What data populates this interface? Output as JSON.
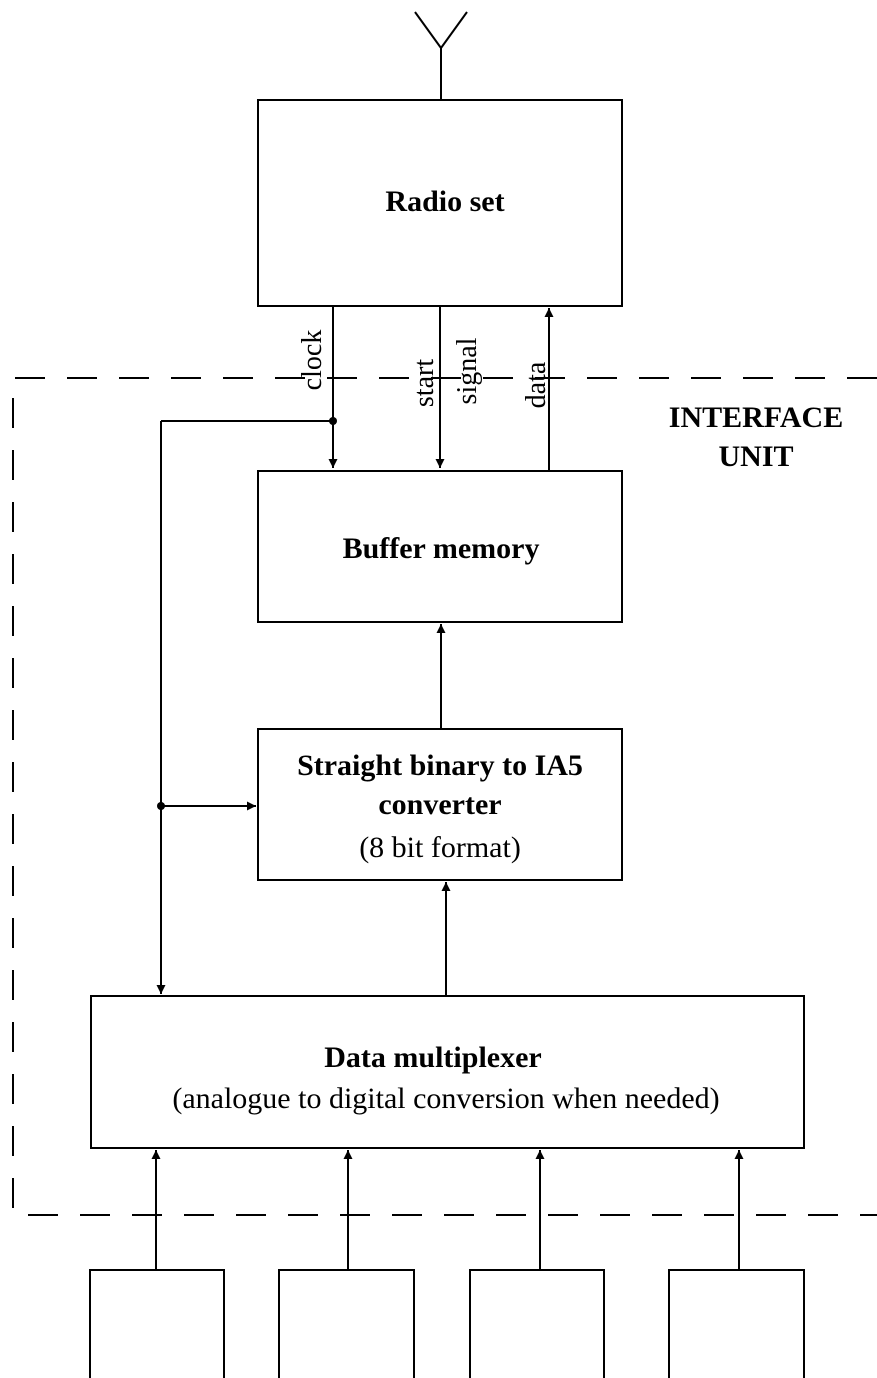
{
  "interface_unit": {
    "line1": "INTERFACE",
    "line2": "UNIT"
  },
  "radio_set": {
    "label": "Radio set"
  },
  "signals": {
    "clock": "clock",
    "start_line1": "start",
    "start_line2": "signal",
    "data": "data"
  },
  "buffer_memory": {
    "label": "Buffer memory"
  },
  "converter": {
    "line1": "Straight binary to IA5",
    "line2": "converter",
    "line3": "(8 bit format)"
  },
  "multiplexer": {
    "line1": "Data multiplexer",
    "line2": "(analogue to digital conversion when needed)"
  }
}
